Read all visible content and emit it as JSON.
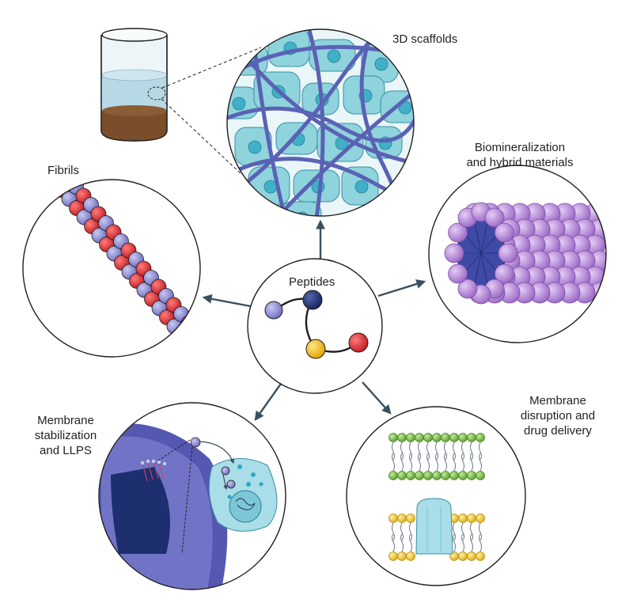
{
  "center_label": "Peptides",
  "panels": {
    "scaffolds": {
      "label": "3D scaffolds"
    },
    "biomineralization": {
      "label_line1": "Biomineralization",
      "label_line2": "and hybrid materials"
    },
    "fibrils": {
      "label": "Fibrils"
    },
    "membrane_stabilization": {
      "label_line1": "Membrane",
      "label_line2": "stabilization",
      "label_line3": "and LLPS"
    },
    "membrane_disruption": {
      "label_line1": "Membrane",
      "label_line2": "disruption and",
      "label_line3": "drug delivery"
    }
  },
  "colors": {
    "outline": "#231f20",
    "arrow": "#3a5060",
    "cell_fill": "#8fd3dc",
    "cell_nucleus": "#3fb0c8",
    "fibre": "#5a62b5",
    "red_bead": "#d7262b",
    "blue_bead": "#7f7fcf",
    "purple_sphere": "#b58ad8",
    "navy": "#1d2f6e",
    "yellow": "#f2b705",
    "green_lipid": "#7dc04a",
    "yellow_lipid": "#f4c52b",
    "channel": "#a9dde8",
    "gel_brown": "#7a4e2a",
    "gel_water": "#b7d9e6"
  }
}
